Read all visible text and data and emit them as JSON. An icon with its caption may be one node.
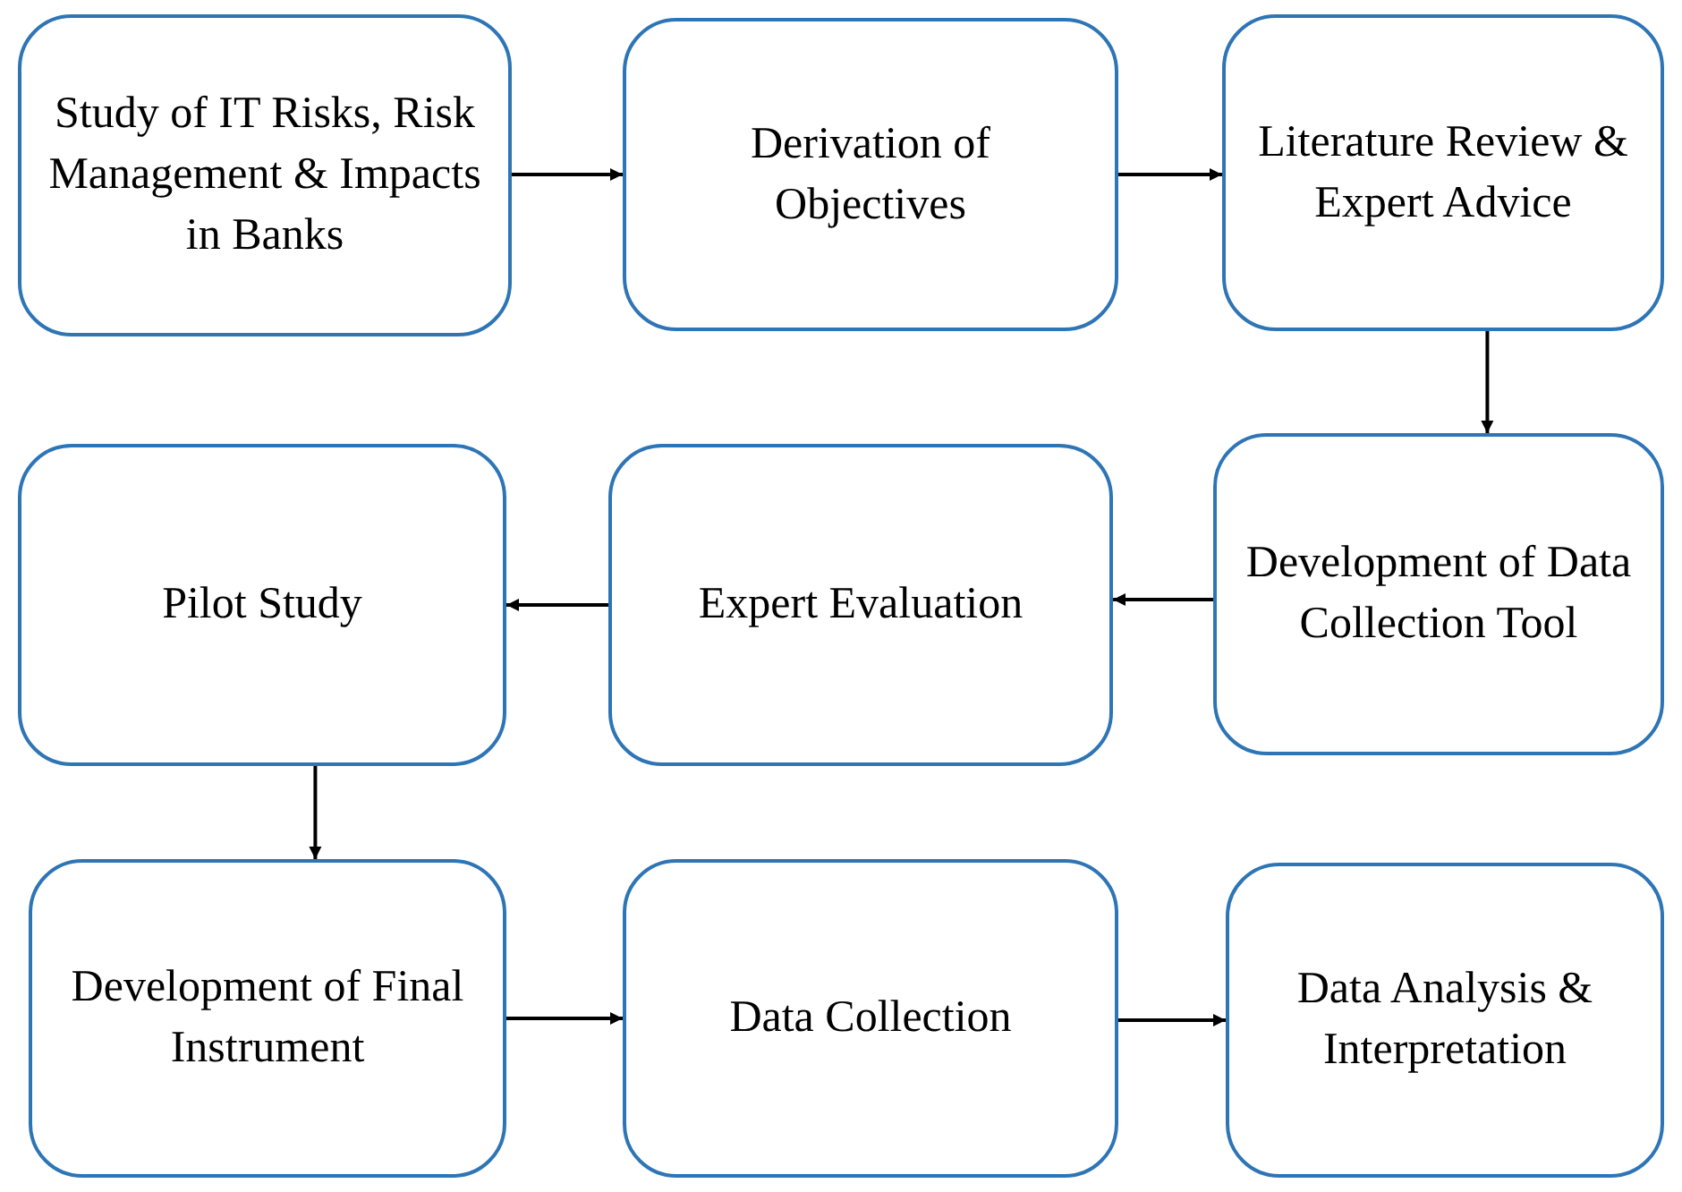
{
  "diagram": {
    "nodes": [
      {
        "text": [
          "Study of IT Risks, Risk Management & Impacts in Banks"
        ]
      },
      {
        "text": [
          "Derivation of Objectives"
        ]
      },
      {
        "text": [
          "Literature Review & Expert Advice"
        ]
      },
      {
        "text": [
          "Pilot Study"
        ]
      },
      {
        "text": [
          "Expert Evaluation"
        ]
      },
      {
        "text": [
          "Development of Data Collection Tool"
        ]
      },
      {
        "text": [
          "Development of Final Instrument"
        ]
      },
      {
        "text": [
          "Data Collection"
        ]
      },
      {
        "text": [
          "Data Analysis & Interpretation"
        ]
      }
    ],
    "edges": [
      {
        "from": 0,
        "to": 1,
        "arrow": "to"
      },
      {
        "from": 1,
        "to": 2,
        "arrow": "to"
      },
      {
        "from": 2,
        "to": 5,
        "arrow": "to"
      },
      {
        "from": 5,
        "to": 4,
        "arrow": "to"
      },
      {
        "from": 4,
        "to": 3,
        "arrow": "to"
      },
      {
        "from": 3,
        "to": 6,
        "arrow": "to"
      },
      {
        "from": 6,
        "to": 7,
        "arrow": "to"
      },
      {
        "from": 7,
        "to": 8,
        "arrow": "to"
      }
    ]
  }
}
